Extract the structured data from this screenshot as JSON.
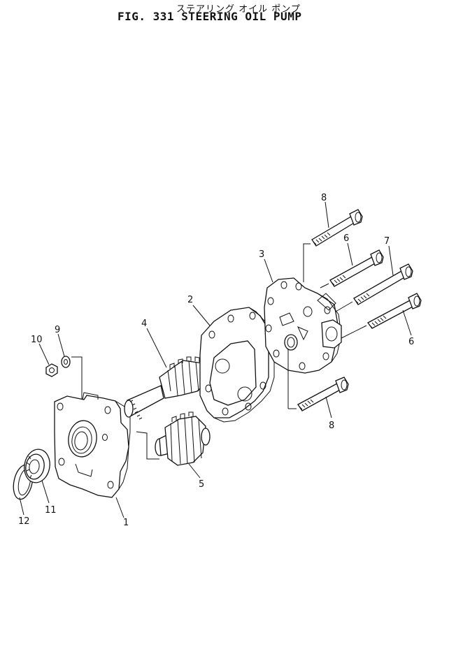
{
  "header": {
    "title_jp": "ステアリング オイル ポンプ",
    "title_en": "FIG. 331  STEERING OIL PUMP"
  },
  "callouts": {
    "c1": "1",
    "c2": "2",
    "c3": "3",
    "c4": "4",
    "c5": "5",
    "c6a": "6",
    "c6b": "6",
    "c7": "7",
    "c8a": "8",
    "c8b": "8",
    "c9": "9",
    "c10": "10",
    "c11": "11",
    "c12": "12"
  }
}
